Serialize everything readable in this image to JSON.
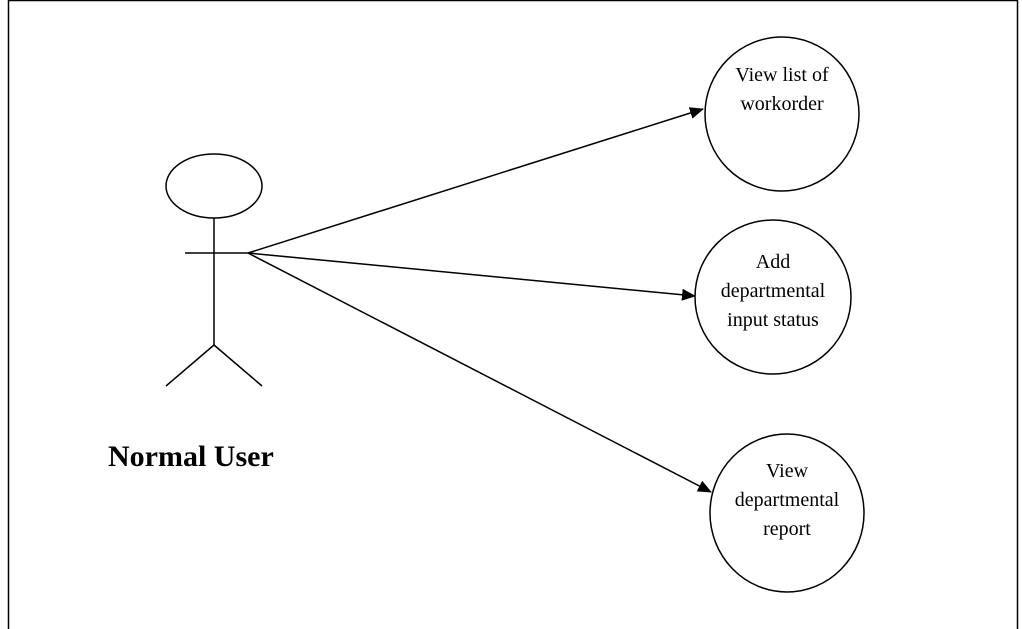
{
  "actor": {
    "label": "Normal User"
  },
  "use_cases": [
    {
      "lines": [
        "View list of",
        "workorder"
      ]
    },
    {
      "lines": [
        "Add",
        "departmental",
        "input status"
      ]
    },
    {
      "lines": [
        "View",
        "departmental",
        "report"
      ]
    }
  ]
}
